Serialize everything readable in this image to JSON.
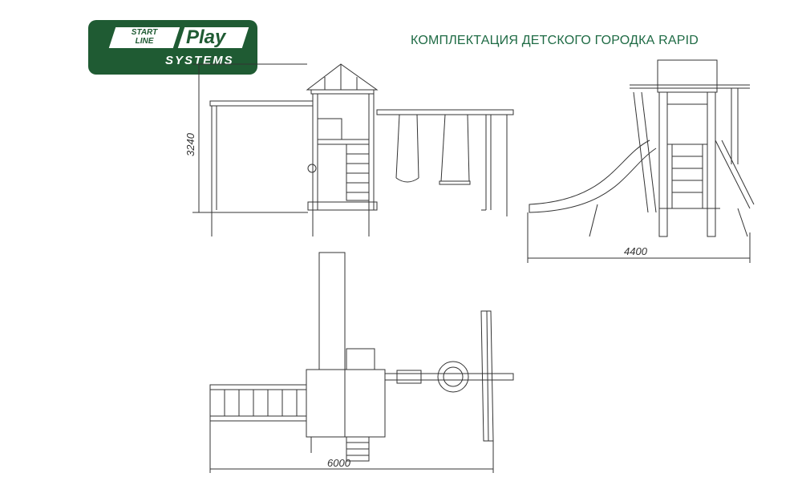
{
  "logo": {
    "line1": "START",
    "line2": "LINE",
    "brand": "Play",
    "sub": "SYSTEMS"
  },
  "title": "КОМПЛЕКТАЦИЯ ДЕТСКОГО ГОРОДКА RAPID",
  "dimensions": {
    "height": "3240",
    "depth": "4400",
    "width": "6000"
  },
  "colors": {
    "brand": "#1f5b33",
    "title": "#1f6b45"
  }
}
